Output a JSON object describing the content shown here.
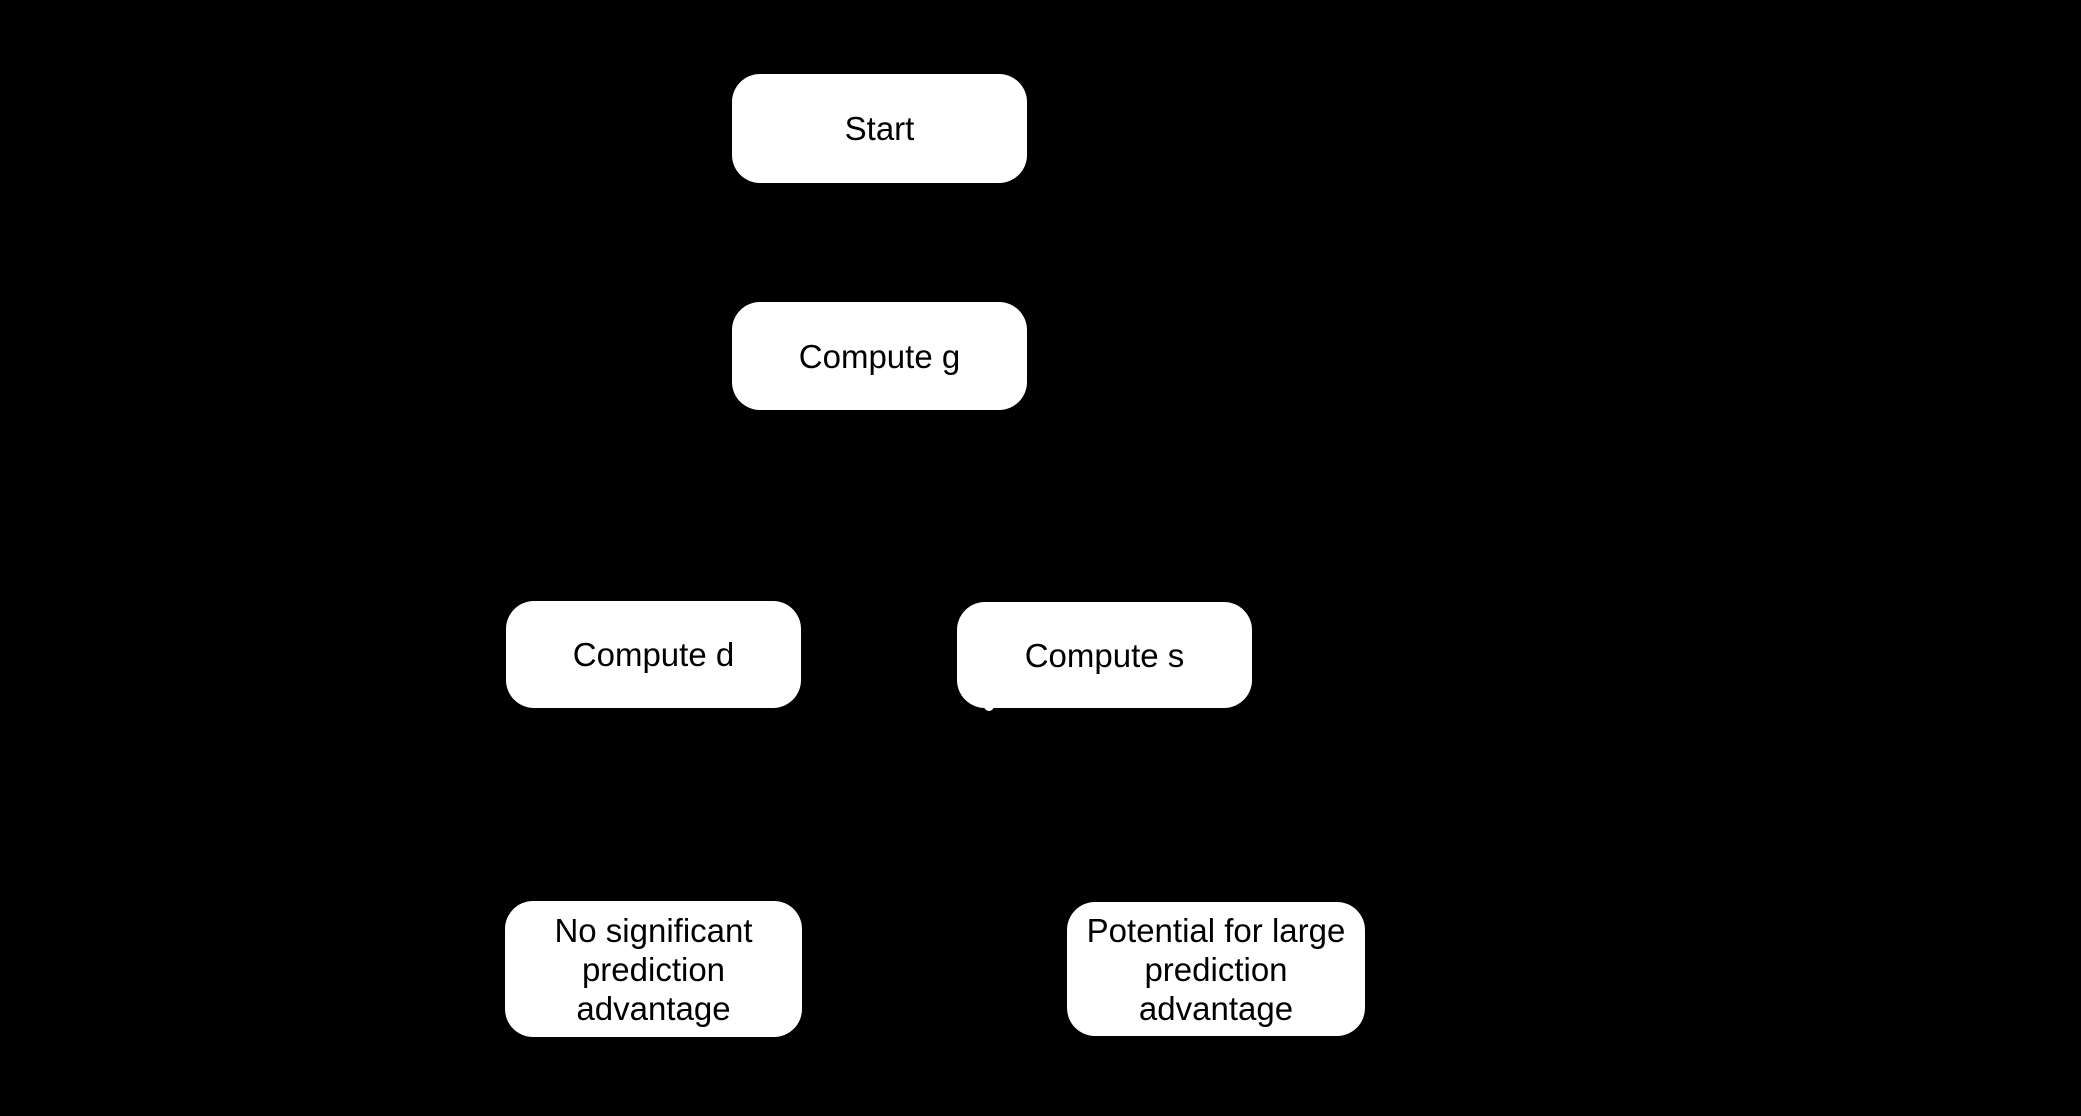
{
  "canvas": {
    "background": "#000000"
  },
  "diagram": {
    "type": "flowchart",
    "node_fill": "#ffffff",
    "node_text_color": "#000000",
    "nodes": [
      {
        "id": "start",
        "label": "Start"
      },
      {
        "id": "compute-g",
        "label": "Compute g"
      },
      {
        "id": "compute-d",
        "label": "Compute d"
      },
      {
        "id": "compute-s",
        "label": "Compute s"
      },
      {
        "id": "no-significant-advantage",
        "label": "No significant\nprediction\nadvantage"
      },
      {
        "id": "potential-large-advantage",
        "label": "Potential for large\nprediction\nadvantage"
      }
    ]
  }
}
